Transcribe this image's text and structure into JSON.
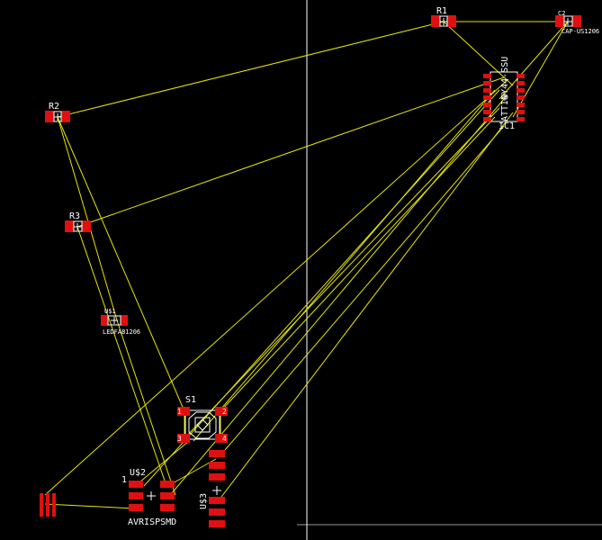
{
  "colors": {
    "background": "#000000",
    "airwire": "#e6e600",
    "pad": "#e01010",
    "silkscreen": "#ffffff",
    "crosshair": "#ffffff"
  },
  "components": {
    "r1": {
      "name": "R1"
    },
    "r2": {
      "name": "R2"
    },
    "r3": {
      "name": "R3"
    },
    "c2": {
      "name": "C2",
      "value": "CAP-US1206"
    },
    "ic1": {
      "name": "IC1",
      "value": "ATTINY44-SSU"
    },
    "led": {
      "name": "U$1",
      "value": "LEDFAB1206"
    },
    "s1": {
      "name": "S1",
      "pin1": "1",
      "pin2": "2",
      "pin3": "3",
      "pin4": "4"
    },
    "avrisp": {
      "name": "U$2",
      "value": "AVRISPSMD",
      "pin1": "1"
    },
    "u3": {
      "name": "U$3"
    }
  }
}
